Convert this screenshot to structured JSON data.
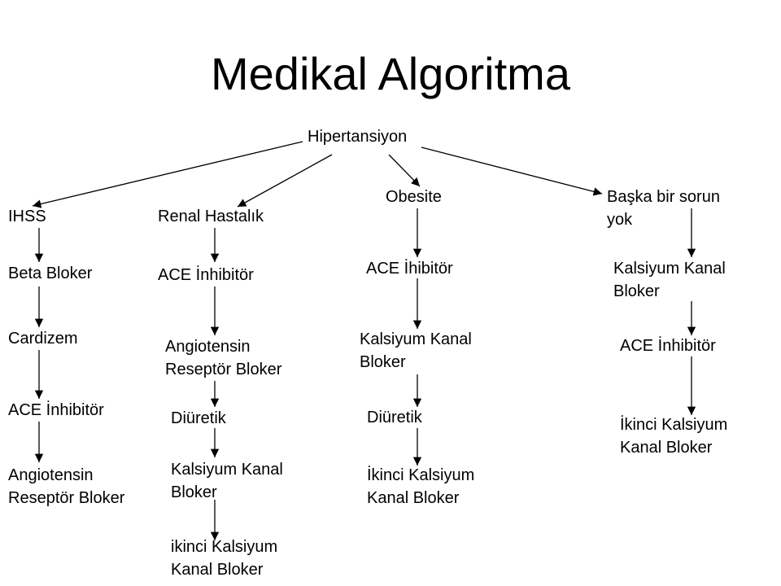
{
  "title": "Medikal Algoritma",
  "root": "Hipertansiyon",
  "branches": [
    {
      "name": "IHSS",
      "steps": [
        "Beta Bloker",
        "Cardizem",
        "ACE İnhibitör",
        [
          "Angiotensin",
          "Reseptör Bloker"
        ]
      ]
    },
    {
      "name": "Renal Hastalık",
      "steps": [
        "ACE İnhibitör",
        [
          "Angiotensin",
          "Reseptör Bloker"
        ],
        "Diüretik",
        [
          "Kalsiyum Kanal",
          "Bloker"
        ],
        [
          "ikinci Kalsiyum",
          "Kanal Bloker"
        ]
      ]
    },
    {
      "name": "Obesite",
      "steps": [
        "ACE İhibitör",
        [
          "Kalsiyum Kanal",
          "Bloker"
        ],
        "Diüretik",
        [
          "İkinci Kalsiyum",
          "Kanal Bloker"
        ]
      ]
    },
    {
      "name": [
        "Başka bir sorun",
        "yok"
      ],
      "steps": [
        [
          "Kalsiyum Kanal",
          "Bloker"
        ],
        "ACE İnhibitör",
        [
          "İkinci Kalsiyum",
          "Kanal Bloker"
        ]
      ]
    }
  ]
}
